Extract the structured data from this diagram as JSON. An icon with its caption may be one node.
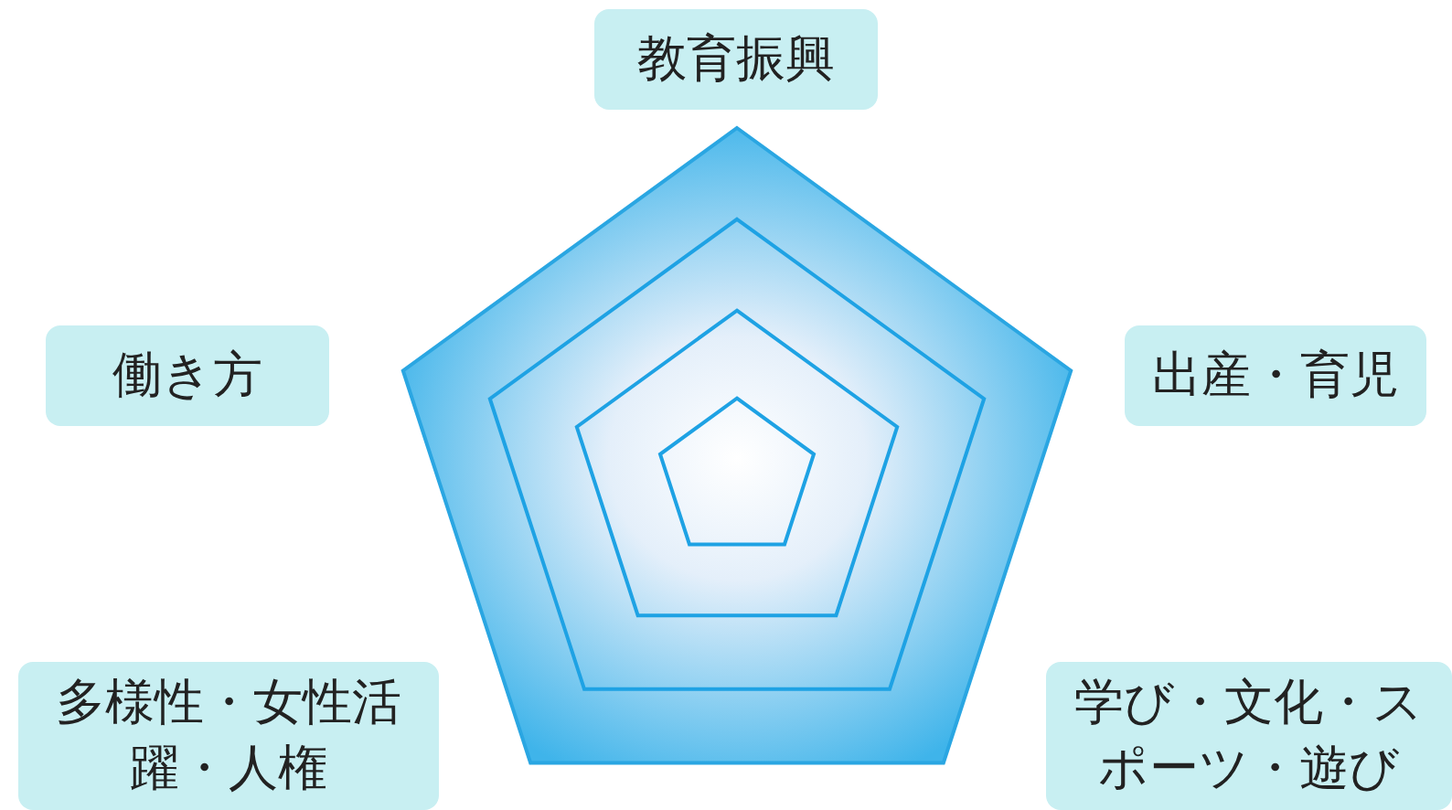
{
  "diagram": {
    "nodes": [
      {
        "text": [
          "教育振興"
        ]
      },
      {
        "text": [
          "働き方"
        ]
      },
      {
        "text": [
          "出産・育児"
        ]
      },
      {
        "text": [
          "多様性・女性活躍・人権"
        ]
      },
      {
        "text": [
          "学び・文化・スポーツ・遊び"
        ]
      }
    ]
  }
}
